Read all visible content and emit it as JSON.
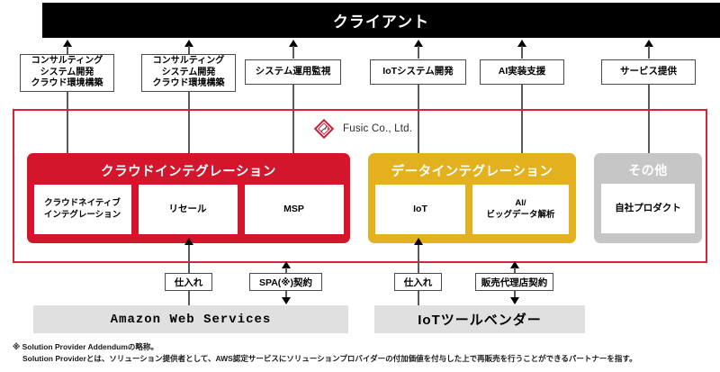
{
  "header": {
    "client_label": "クライアント"
  },
  "services": [
    {
      "name": "consulting-1",
      "lines": [
        "コンサルティング",
        "システム開発",
        "クラウド環境構築"
      ]
    },
    {
      "name": "consulting-2",
      "lines": [
        "コンサルティング",
        "システム開発",
        "クラウド環境構築"
      ]
    },
    {
      "name": "system-ops",
      "lines": [
        "システム運用監視"
      ]
    },
    {
      "name": "iot-dev",
      "lines": [
        "IoTシステム開発"
      ]
    },
    {
      "name": "ai-support",
      "lines": [
        "AI実装支援"
      ]
    },
    {
      "name": "service-provide",
      "lines": [
        "サービス提供"
      ]
    }
  ],
  "company": {
    "logo_text": "Fusic Co., Ltd.",
    "frame_color": "#d8243a"
  },
  "groups": [
    {
      "id": "cloud-integration",
      "title": "クラウドインテグレーション",
      "color": "#d3162b",
      "items": [
        {
          "name": "cloud-native-integration",
          "lines": [
            "クラウドネイティブ",
            "インテグレーション"
          ]
        },
        {
          "name": "resale",
          "lines": [
            "リセール"
          ]
        },
        {
          "name": "msp",
          "lines": [
            "MSP"
          ]
        }
      ]
    },
    {
      "id": "data-integration",
      "title": "データインテグレーション",
      "color": "#e3b01e",
      "items": [
        {
          "name": "iot",
          "lines": [
            "IoT"
          ]
        },
        {
          "name": "ai-bigdata-analysis",
          "lines": [
            "AI/",
            "ビッグデータ解析"
          ]
        }
      ]
    },
    {
      "id": "other",
      "title": "その他",
      "color": "#c6c6c6",
      "items": [
        {
          "name": "own-product",
          "lines": [
            "自社プロダクト"
          ]
        }
      ]
    }
  ],
  "contracts": [
    {
      "name": "aws-purchase",
      "label": "仕入れ"
    },
    {
      "name": "spa-contract",
      "label": "SPA(※)契約"
    },
    {
      "name": "iot-purchase",
      "label": "仕入れ"
    },
    {
      "name": "reseller-contract",
      "label": "販売代理店契約"
    }
  ],
  "vendors": [
    {
      "name": "amazon-web-services",
      "label": "Amazon Web Services"
    },
    {
      "name": "iot-tool-vendor",
      "label": "IoTツールベンダー"
    }
  ],
  "footnote": {
    "line1": "※ Solution Provider Addendumの略称。",
    "line2": "Solution Providerとは、ソリューション提供者として、AWS認定サービスにソリューションプロバイダーの付加価値を付与した上で再販売を行うことができるパートナーを指す。"
  }
}
